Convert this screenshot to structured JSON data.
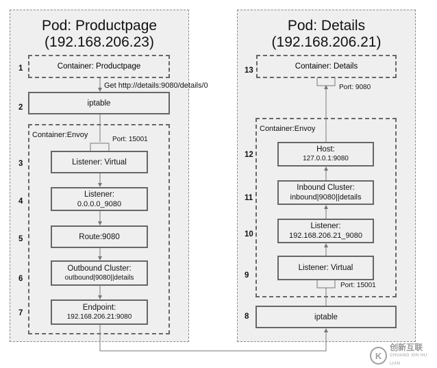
{
  "left_pod": {
    "title": "Pod: Productpage",
    "ip": "(192.168.206.23)",
    "container": "Container: Productpage",
    "request": "Get http://details:9080/details/0",
    "iptable": "iptable",
    "envoy_label": "Container:Envoy",
    "port_label": "Port: 15001",
    "listener_virtual": "Listener: Virtual",
    "listener_title": "Listener:",
    "listener_value": "0.0.0.0_9080",
    "route": "Route:9080",
    "outbound_title": "Outbound Cluster:",
    "outbound_value": "outbound|9080||details",
    "endpoint_title": "Endpoint:",
    "endpoint_value": "192.168.206.21:9080",
    "steps": [
      "1",
      "2",
      "3",
      "4",
      "5",
      "6",
      "7"
    ]
  },
  "right_pod": {
    "title": "Pod: Details",
    "ip": "(192.168.206.21)",
    "container": "Container: Details",
    "container_port": "Port: 9080",
    "envoy_label": "Container:Envoy",
    "host_title": "Host:",
    "host_value": "127.0.0.1:9080",
    "inbound_title": "Inbound Cluster:",
    "inbound_value": "inbound|9080||details",
    "listener_title": "Listener:",
    "listener_value": "192.168.206.21_9080",
    "listener_virtual": "Listener: Virtual",
    "port_label": "Port: 15001",
    "iptable": "iptable",
    "steps": [
      "13",
      "12",
      "11",
      "10",
      "9",
      "8"
    ]
  },
  "watermark": {
    "logo": "K",
    "name": "创新互联",
    "sub": "CHUANG XIN HU LIAN"
  },
  "colors": {
    "pod_bg": "#efefef",
    "border": "#666666",
    "pod_border": "#8a8a8a"
  }
}
